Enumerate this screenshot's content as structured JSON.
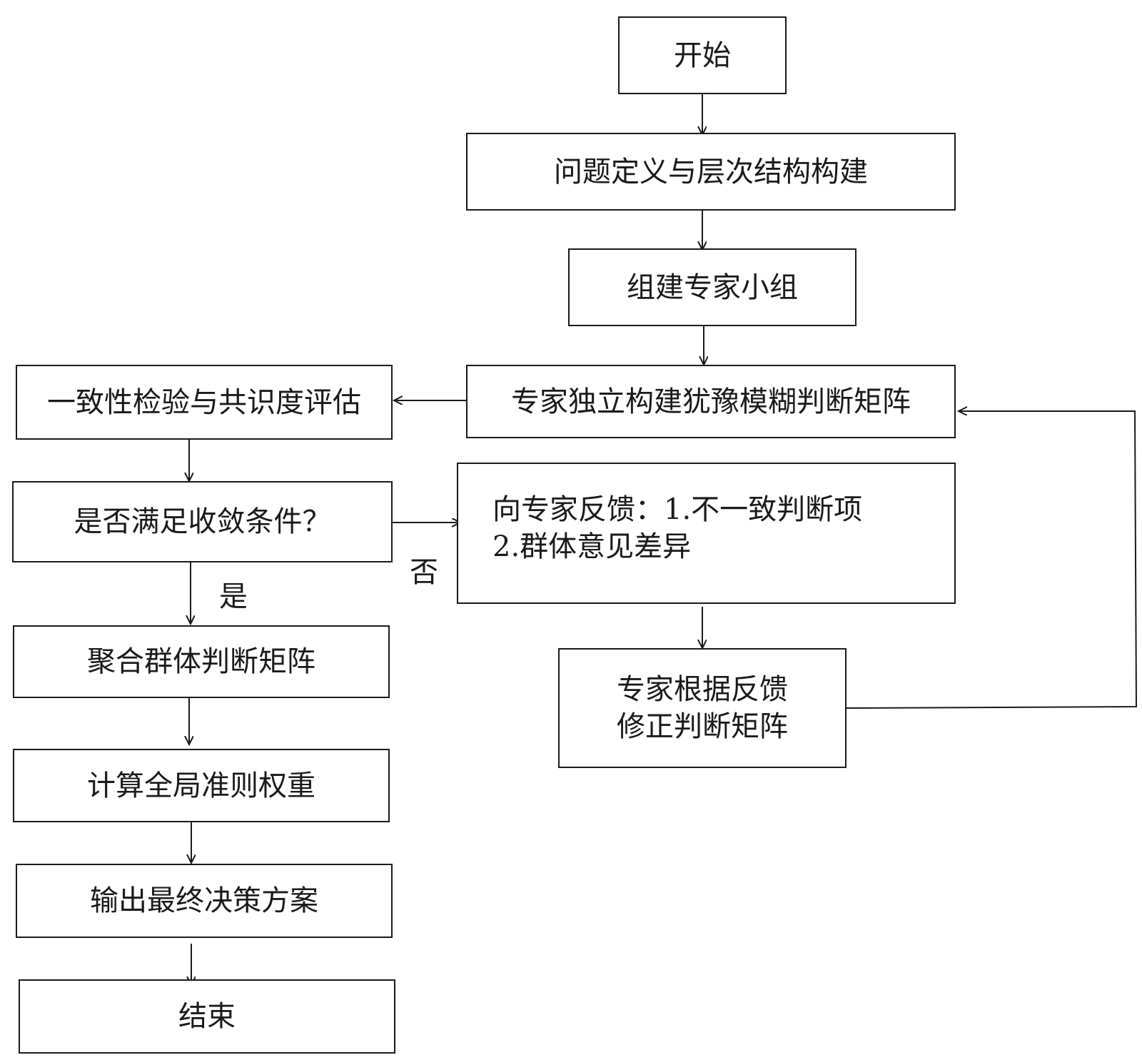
{
  "nodes": {
    "start": "开始",
    "define": "问题定义与层次结构构建",
    "team": "组建专家小组",
    "build_matrix": "专家独立构建犹豫模糊判断矩阵",
    "consistency": "一致性检验与共识度评估",
    "converge": "是否满足收敛条件？",
    "feedback_line1": "向专家反馈：1.不一致判断项",
    "feedback_line2": "2.群体意见差异",
    "revise_line1": "专家根据反馈",
    "revise_line2": "修正判断矩阵",
    "aggregate": "聚合群体判断矩阵",
    "weights": "计算全局准则权重",
    "output": "输出最终决策方案",
    "end": "结束"
  },
  "labels": {
    "yes": "是",
    "no": "否"
  },
  "colors": {
    "stroke": "#1a1a1a",
    "background": "#ffffff"
  }
}
